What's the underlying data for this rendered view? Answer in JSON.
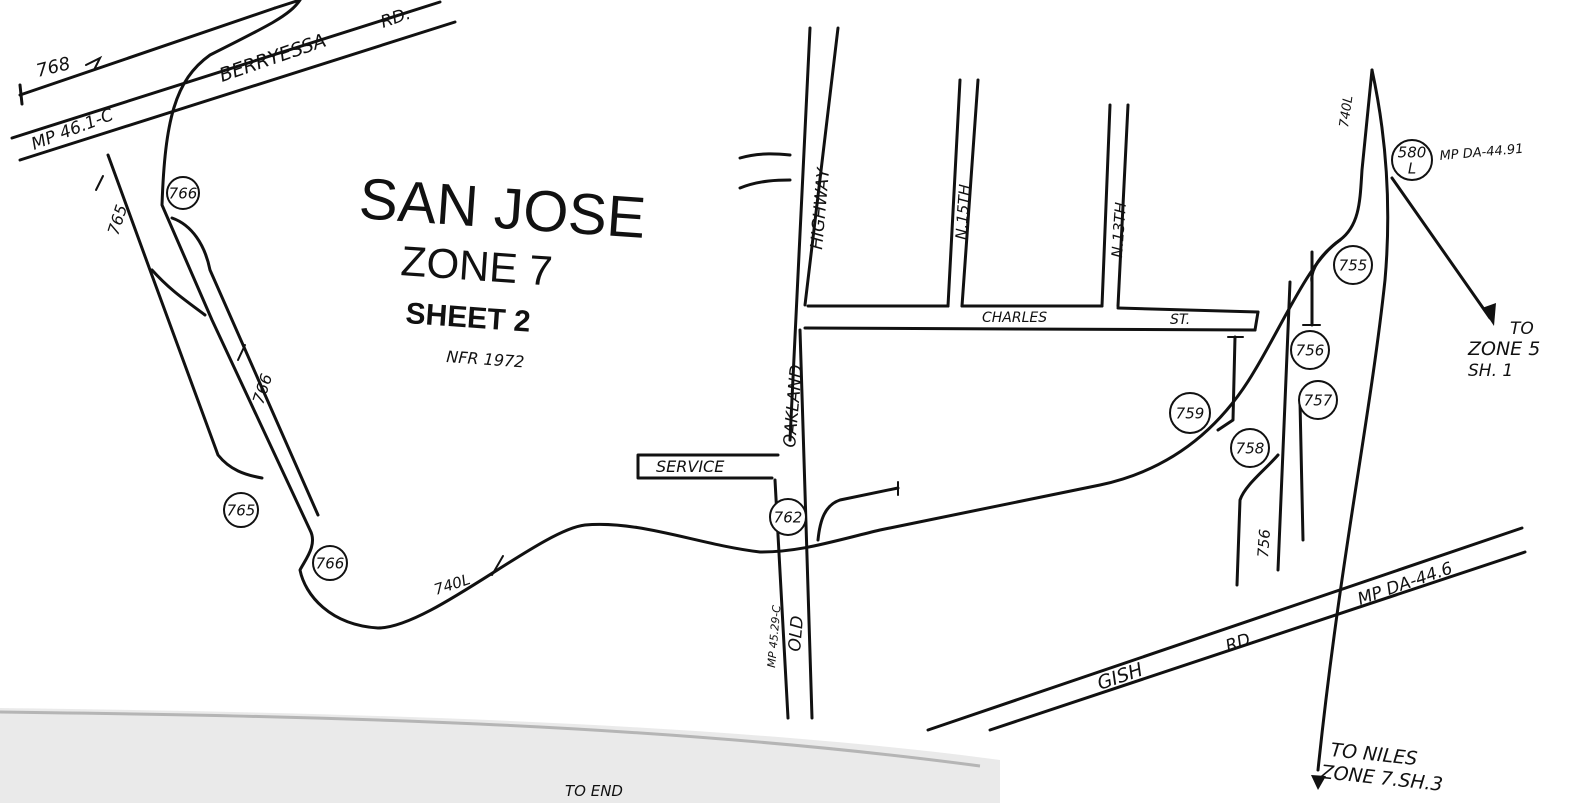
{
  "title": {
    "line1": "SAN JOSE",
    "line2": "ZONE 7",
    "line3": "SHEET 2",
    "note": "NFR 1972"
  },
  "roads": {
    "berryessa": "BERRYESSA",
    "berryessa_rd": "RD.",
    "mp_berryessa": "MP 46.1-C",
    "oakland_hwy": "HIGHWAY",
    "oakland": "OAKLAND",
    "old": "OLD",
    "mp_oakland": "MP 45.29-C",
    "n15": "N.15TH",
    "n13": "N.13TH",
    "charles": "CHARLES",
    "charles_st": "ST.",
    "service": "SERVICE",
    "gish": "GISH",
    "gish_rd": "RD.",
    "mp_gish": "MP DA-44.6",
    "mp_580": "MP DA-44.91"
  },
  "routes": {
    "r768": "768",
    "r765": "765",
    "r766": "766",
    "r740_top": "740L",
    "r740_bottom": "740L",
    "r756": "756"
  },
  "circles": {
    "c766a": "766",
    "c765": "765",
    "c766b": "766",
    "c762": "762",
    "c755": "755",
    "c756": "756",
    "c757": "757",
    "c758": "758",
    "c759": "759",
    "c580": "580",
    "c580_sub": "L"
  },
  "destinations": {
    "zone5_1": "TO",
    "zone5_2": "ZONE 5",
    "zone5_3": "SH. 1",
    "niles_1": "TO NILES",
    "niles_2": "ZONE 7.SH.3",
    "end": "TO END"
  }
}
